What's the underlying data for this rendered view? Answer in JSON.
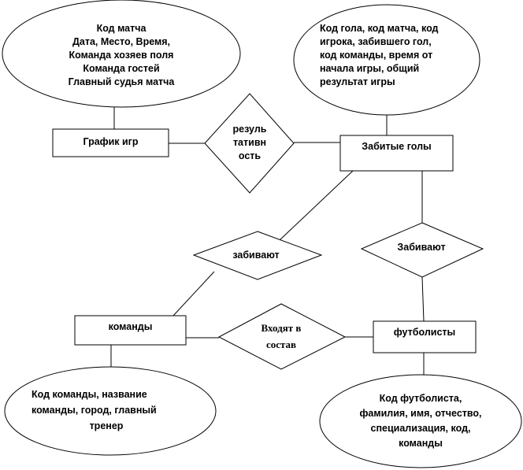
{
  "entities": {
    "schedule": {
      "label": "График игр"
    },
    "goals": {
      "label": "Забитые голы"
    },
    "teams": {
      "label": "команды"
    },
    "players": {
      "label": "футболисты"
    }
  },
  "attributes": {
    "schedule": [
      "Код матча",
      "Дата, Место, Время,",
      "Команда хозяев поля",
      "Команда гостей",
      "Главный  судья матча"
    ],
    "goals": [
      "Код гола, код матча, код",
      "игрока, забившего гол,",
      "код команды, время от",
      "начала игры, общий",
      "результат игры"
    ],
    "teams": [
      "Код команды, название",
      "команды, город, главный",
      "тренер"
    ],
    "players": [
      "Код футболиста,",
      "фамилия, имя, отчество,",
      "специализация, код,",
      "команды"
    ]
  },
  "relationships": {
    "result": [
      "резуль",
      "тативн",
      "ость"
    ],
    "teams_score": "забивают",
    "players_score": "Забивают",
    "membership": [
      "Входят в",
      "состав"
    ]
  }
}
